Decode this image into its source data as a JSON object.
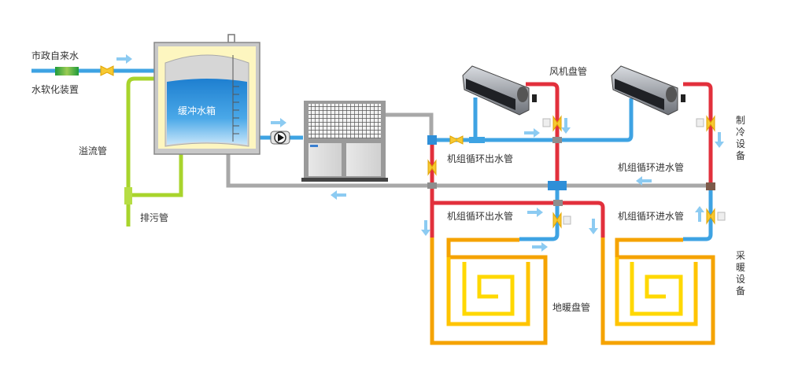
{
  "title": "空气源热泵 制冷/采暖 系统原理图",
  "colors": {
    "cold_pipe": "#3ea3e3",
    "hot_pipe": "#e2303c",
    "return_pipe": "#a8a8a8",
    "drain_pipe": "#a8d42c",
    "floor_coil_outer": "#f5a300",
    "floor_coil_inner": "#ffd800",
    "valve": "#f7c932",
    "flow_arrow": "#8ccbf2",
    "tank_water": "#2f8fd8",
    "tank_insulation": "#fdf6c0"
  },
  "labels": {
    "municipal_water": "市政自来水",
    "water_softener": "水软化装置",
    "overflow_pipe": "溢流管",
    "drain_pipe": "排污管",
    "buffer_tank": "缓冲水箱",
    "fan_coil": "风机盘管",
    "unit_outlet_top": "机组循环出水管",
    "unit_inlet_top": "机组循环进水管",
    "unit_outlet_bottom": "机组循环出水管",
    "unit_inlet_bottom": "机组循环进水管",
    "cooling_equipment": "制冷设备",
    "heating_equipment": "采暖设备",
    "floor_heating_coil": "地暖盘管"
  },
  "components": [
    {
      "id": "softener",
      "icon": "water-softener-icon"
    },
    {
      "id": "buffer-tank",
      "icon": "tank-icon"
    },
    {
      "id": "pump",
      "icon": "pump-icon"
    },
    {
      "id": "heat-pump-unit",
      "icon": "heat-pump-icon"
    },
    {
      "id": "fan-coil-1",
      "icon": "fan-coil-icon"
    },
    {
      "id": "fan-coil-2",
      "icon": "fan-coil-icon"
    },
    {
      "id": "floor-coil-1",
      "icon": "floor-coil-icon"
    },
    {
      "id": "floor-coil-2",
      "icon": "floor-coil-icon"
    }
  ]
}
